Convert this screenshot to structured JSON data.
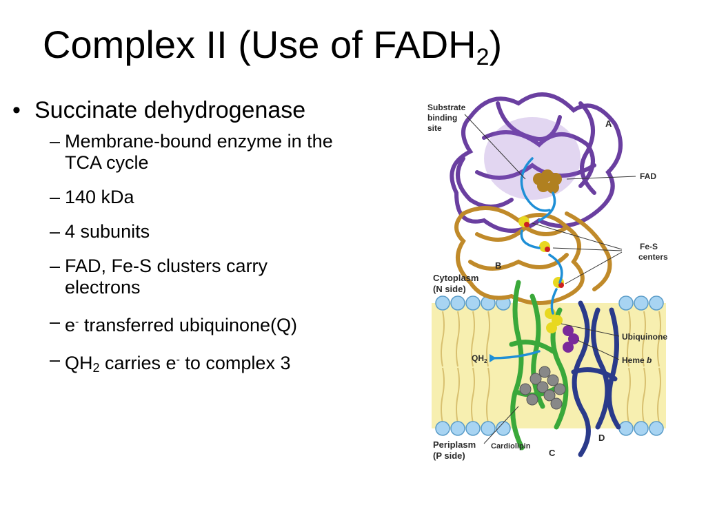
{
  "slide": {
    "title": {
      "main": "Complex II (Use of FADH",
      "sub": "2",
      "end": ")"
    },
    "bullet": "Succinate dehydrogenase",
    "subbullets": {
      "membrane_l1": "Membrane-bound enzyme in the",
      "membrane_l2": "TCA cycle",
      "kda": "140 kDa",
      "subunits": "4 subunits",
      "fad_l1": "FAD, Fe-S clusters carry",
      "fad_l2": "electrons",
      "e_base": "e",
      "e_sup": "-",
      "e_rest": " transferred ubiquinone(Q)",
      "qh_base": "QH",
      "qh_sub": "2",
      "qh_mid": " carries e",
      "qh_sup": "-",
      "qh_end": " to complex 3"
    }
  },
  "figure": {
    "labels": {
      "substrate_1": "Substrate",
      "substrate_2": "binding",
      "substrate_3": "site",
      "a": "A",
      "fad": "FAD",
      "fes_1": "Fe-S",
      "fes_2": "centers",
      "b": "B",
      "cytoplasm": "Cytoplasm",
      "n_side": "(N side)",
      "ubiquinone": "Ubiquinone",
      "qh2": "QH",
      "qh2_sub": "2",
      "heme": "Heme ",
      "heme_b": "b",
      "periplasm": "Periplasm",
      "p_side": "(P side)",
      "cardiolipin": "Cardiolipin",
      "c": "C",
      "d": "D"
    },
    "colors": {
      "subunit_a": "#6a3fa0",
      "subunit_b": "#c08a2a",
      "subunit_c": "#3aa83a",
      "subunit_d": "#2a3a8a",
      "membrane": "#f7efb0",
      "lipid_head": "#a8d4f2",
      "arrow": "#1e8fd6",
      "cluster": "#e8d820",
      "heme": "#7a2a9a"
    }
  }
}
